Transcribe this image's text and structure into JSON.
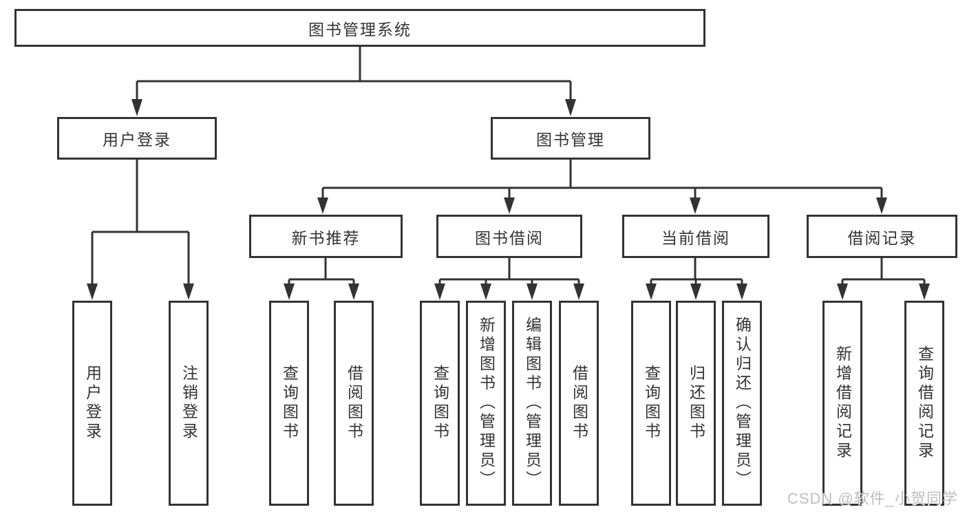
{
  "title": "图书管理系统",
  "tree": {
    "root": {
      "label": "图书管理系统"
    },
    "branches": [
      {
        "label": "用户登录",
        "children": [
          {
            "label": "用户登录"
          },
          {
            "label": "注销登录"
          }
        ]
      },
      {
        "label": "图书管理",
        "children": [
          {
            "label": "新书推荐",
            "children": [
              {
                "label": "查询图书"
              },
              {
                "label": "借阅图书"
              }
            ]
          },
          {
            "label": "图书借阅",
            "children": [
              {
                "label": "查询图书"
              },
              {
                "label": "新增图书（管理员）"
              },
              {
                "label": "编辑图书（管理员）"
              },
              {
                "label": "借阅图书"
              }
            ]
          },
          {
            "label": "当前借阅",
            "children": [
              {
                "label": "查询图书"
              },
              {
                "label": "归还图书"
              },
              {
                "label": "确认归还（管理员）"
              }
            ]
          },
          {
            "label": "借阅记录",
            "children": [
              {
                "label": "新增借阅记录"
              },
              {
                "label": "查询借阅记录"
              }
            ]
          }
        ]
      }
    ]
  },
  "watermark": {
    "text": "CSDN @软件_小贺同学"
  },
  "colors": {
    "line": "#333333",
    "box_border": "#333333",
    "text": "#333333",
    "background": "#ffffff",
    "watermark": "#c2bcbe"
  }
}
